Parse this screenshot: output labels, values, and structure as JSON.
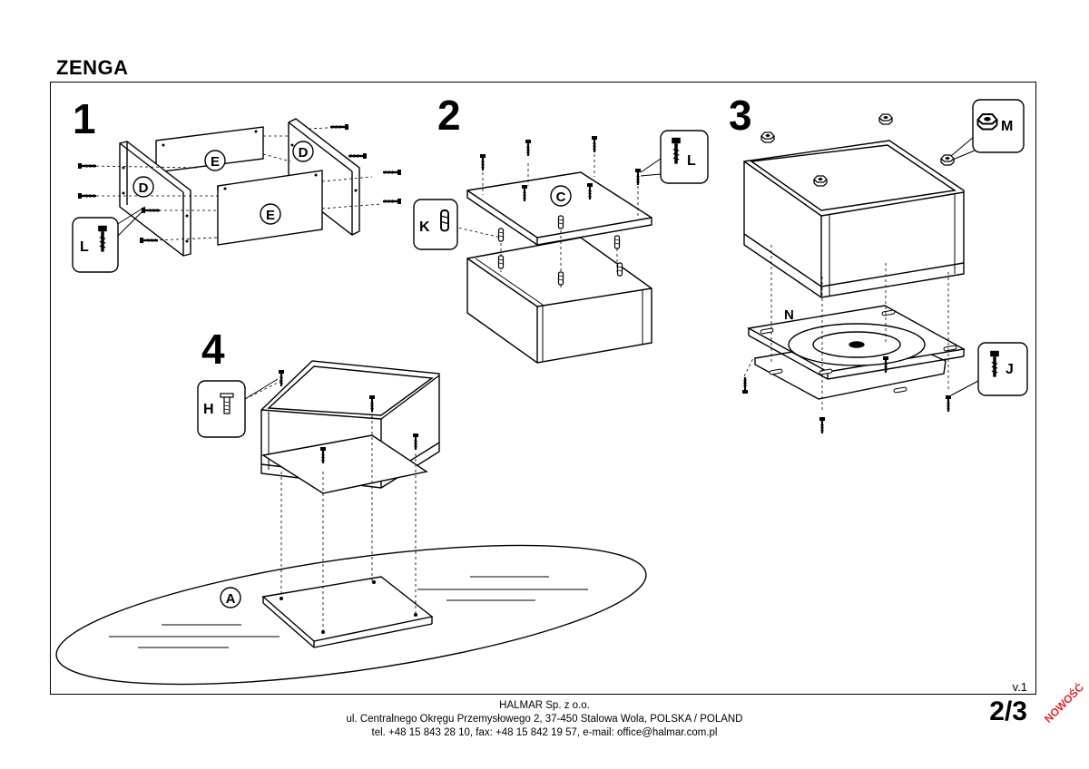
{
  "doc": {
    "title": "ZENGA",
    "version": "v.1",
    "page": "2/3",
    "stamp": "NOWOŚĆ"
  },
  "steps": [
    "1",
    "2",
    "3",
    "4"
  ],
  "parts": {
    "A": "A",
    "C": "C",
    "D": "D",
    "E": "E",
    "H": "H",
    "J": "J",
    "K": "K",
    "L": "L",
    "M": "M",
    "N": "N"
  },
  "footer": {
    "company": "HALMAR Sp. z o.o.",
    "address": "ul. Centralnego Okręgu Przemysłowego 2, 37-450 Stalowa Wola, POLSKA / POLAND",
    "contact": "tel. +48 15 843 28 10, fax: +48 15 842 19 57, e-mail: office@halmar.com.pl"
  }
}
